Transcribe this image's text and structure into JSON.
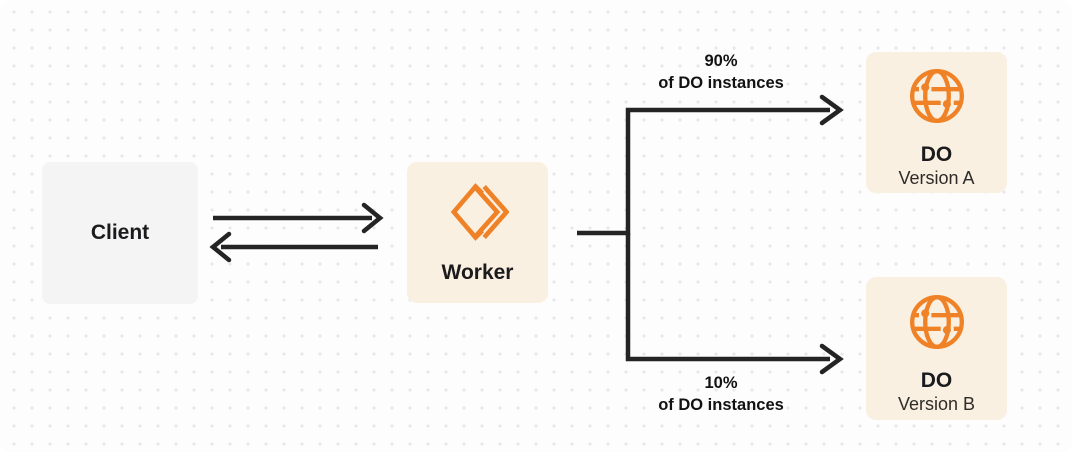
{
  "diagram": {
    "nodes": {
      "client": {
        "label": "Client"
      },
      "worker": {
        "label": "Worker",
        "icon": "workers-logo-icon"
      },
      "do_a": {
        "title": "DO",
        "subtitle": "Version A",
        "icon": "globe-icon"
      },
      "do_b": {
        "title": "DO",
        "subtitle": "Version B",
        "icon": "globe-icon"
      }
    },
    "edges": {
      "client_worker": {
        "type": "bidirectional-arrows"
      },
      "top_branch": {
        "label_line1": "90%",
        "label_line2": "of DO instances"
      },
      "bottom_branch": {
        "label_line1": "10%",
        "label_line2": "of DO instances"
      }
    },
    "colors": {
      "accent_orange": "#EF8226",
      "node_cream": "#FAF0E2",
      "node_gray": "#F4F4F5",
      "line_dark": "#242424",
      "dot_grid": "#E8E8EA",
      "background": "#FDFDFD",
      "text_dark": "#1B1B1D"
    }
  }
}
